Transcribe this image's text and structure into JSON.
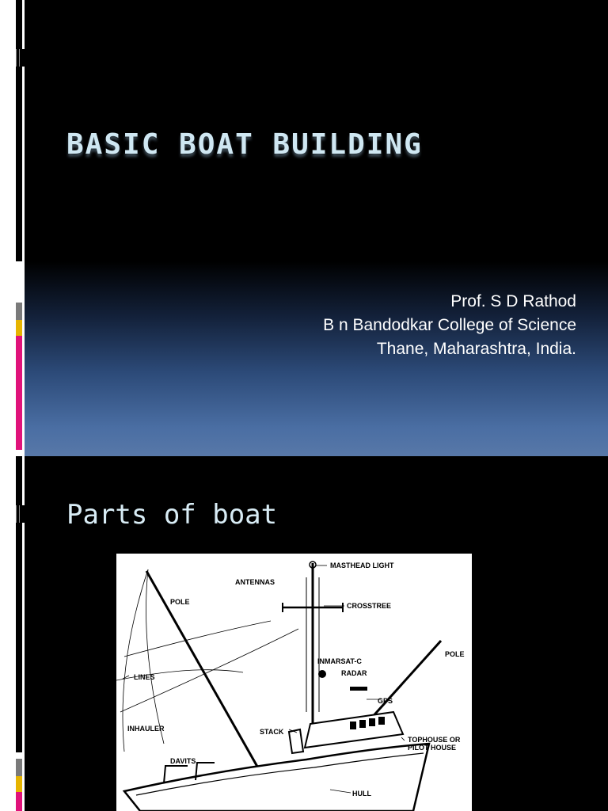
{
  "slide1": {
    "title": "BASIC BOAT BUILDING",
    "author_lines": [
      "Prof. S D Rathod",
      "B n Bandodkar College of Science",
      "Thane, Maharashtra, India."
    ]
  },
  "slide2": {
    "title": "Parts of boat",
    "diagram_labels": {
      "masthead_light": "MASTHEAD LIGHT",
      "antennas": "ANTENNAS",
      "crosstree": "CROSSTREE",
      "pole_left": "POLE",
      "pole_right": "POLE",
      "inmarsat": "INMARSAT-C",
      "radar": "RADAR",
      "lines": "LINES",
      "gps": "GPS",
      "inhauler": "INHAULER",
      "stack": "STACK",
      "tophouse_1": "TOPHOUSE OR",
      "tophouse_2": "PILOT HOUSE",
      "davits": "DAVITS",
      "hull": "HULL"
    }
  },
  "colors": {
    "title": "#cfe7f2",
    "accent_magenta": "#e0127a",
    "accent_gold": "#e6b400",
    "accent_gray": "#7a7a7a"
  }
}
